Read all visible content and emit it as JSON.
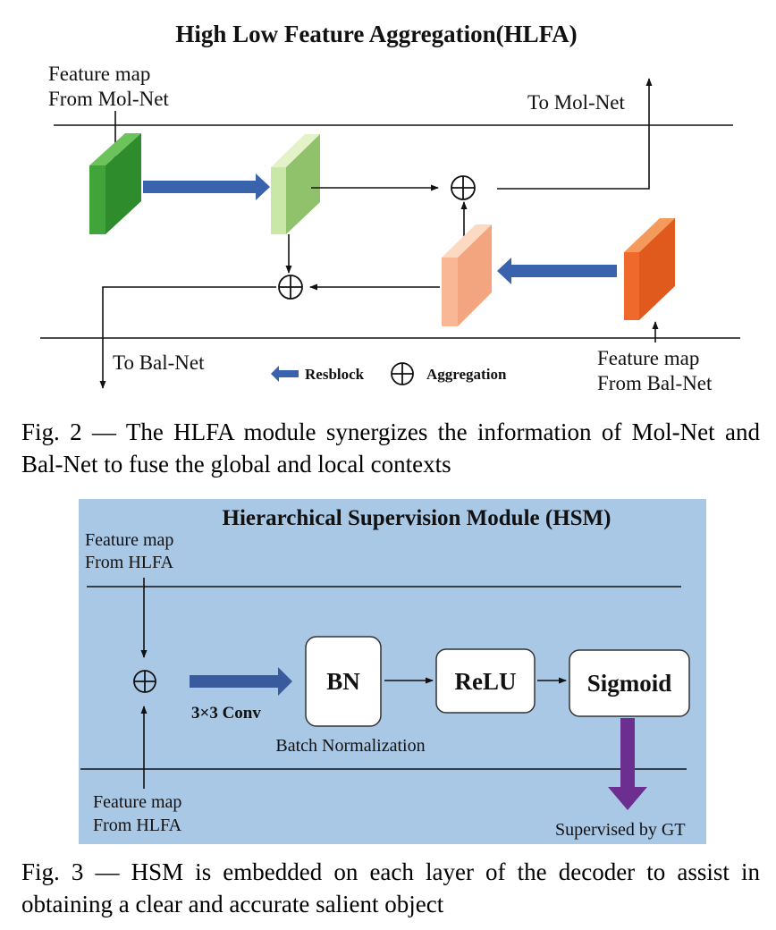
{
  "fig2": {
    "title": "High Low Feature Aggregation(HLFA)",
    "input_mol_line1": "Feature map",
    "input_mol_line2": "From Mol-Net",
    "output_mol": "To Mol-Net",
    "output_bal": "To Bal-Net",
    "input_bal_line1": "Feature map",
    "input_bal_line2": "From Bal-Net",
    "legend_resblock": "Resblock",
    "legend_aggregation": "Aggregation",
    "caption": "Fig. 2 — The HLFA module synergizes the information of Mol-Net and Bal-Net to fuse the global and local contexts",
    "colors": {
      "green_dark": "#3ea13a",
      "green_light": "#b7dc8f",
      "orange_light": "#f9b796",
      "orange_dark": "#ef6a2a",
      "arrow_blue": "#3a63ad"
    }
  },
  "fig3": {
    "title": "Hierarchical Supervision Module (HSM)",
    "input_top_line1": "Feature map",
    "input_top_line2": "From HLFA",
    "input_bottom_line1": "Feature map",
    "input_bottom_line2": "From HLFA",
    "conv_label": "3×3 Conv",
    "box_bn": "BN",
    "bn_caption": "Batch Normalization",
    "box_relu": "ReLU",
    "box_sigmoid": "Sigmoid",
    "supervised": "Supervised by GT",
    "caption": "Fig. 3 — HSM is embedded on each layer of the decoder to assist in obtaining a clear and accurate salient object",
    "colors": {
      "background": "#a9c8e6",
      "arrow_blue": "#3a5a9e",
      "arrow_purple": "#6d2f8f"
    }
  }
}
